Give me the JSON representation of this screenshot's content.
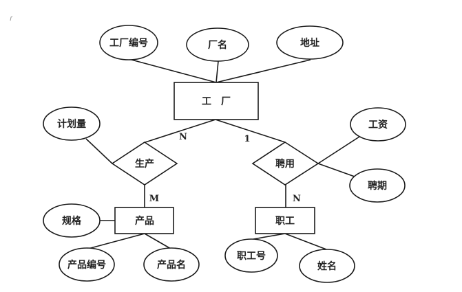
{
  "diagram": {
    "type": "er-diagram",
    "entities": [
      {
        "id": "factory",
        "label": "工　厂"
      },
      {
        "id": "product",
        "label": "产品"
      },
      {
        "id": "employee",
        "label": "职工"
      }
    ],
    "relationships": [
      {
        "id": "produce",
        "label": "生产"
      },
      {
        "id": "hire",
        "label": "聘用"
      }
    ],
    "attributes": [
      {
        "id": "factory_no",
        "label": "工厂编号",
        "owner": "factory"
      },
      {
        "id": "factory_name",
        "label": "厂名",
        "owner": "factory"
      },
      {
        "id": "address",
        "label": "地址",
        "owner": "factory"
      },
      {
        "id": "plan_qty",
        "label": "计划量",
        "owner": "produce"
      },
      {
        "id": "salary",
        "label": "工资",
        "owner": "hire"
      },
      {
        "id": "hire_term",
        "label": "聘期",
        "owner": "hire"
      },
      {
        "id": "spec",
        "label": "规格",
        "owner": "product"
      },
      {
        "id": "product_no",
        "label": "产品编号",
        "owner": "product"
      },
      {
        "id": "product_name",
        "label": "产品名",
        "owner": "product"
      },
      {
        "id": "employee_no",
        "label": "职工号",
        "owner": "employee"
      },
      {
        "id": "employee_name",
        "label": "姓名",
        "owner": "employee"
      }
    ],
    "cardinalities": [
      {
        "id": "factory_produce",
        "label": "N",
        "between": [
          "factory",
          "produce"
        ]
      },
      {
        "id": "factory_hire",
        "label": "1",
        "between": [
          "factory",
          "hire"
        ]
      },
      {
        "id": "produce_product",
        "label": "M",
        "between": [
          "produce",
          "product"
        ]
      },
      {
        "id": "hire_employee",
        "label": "N",
        "between": [
          "hire",
          "employee"
        ]
      }
    ]
  }
}
